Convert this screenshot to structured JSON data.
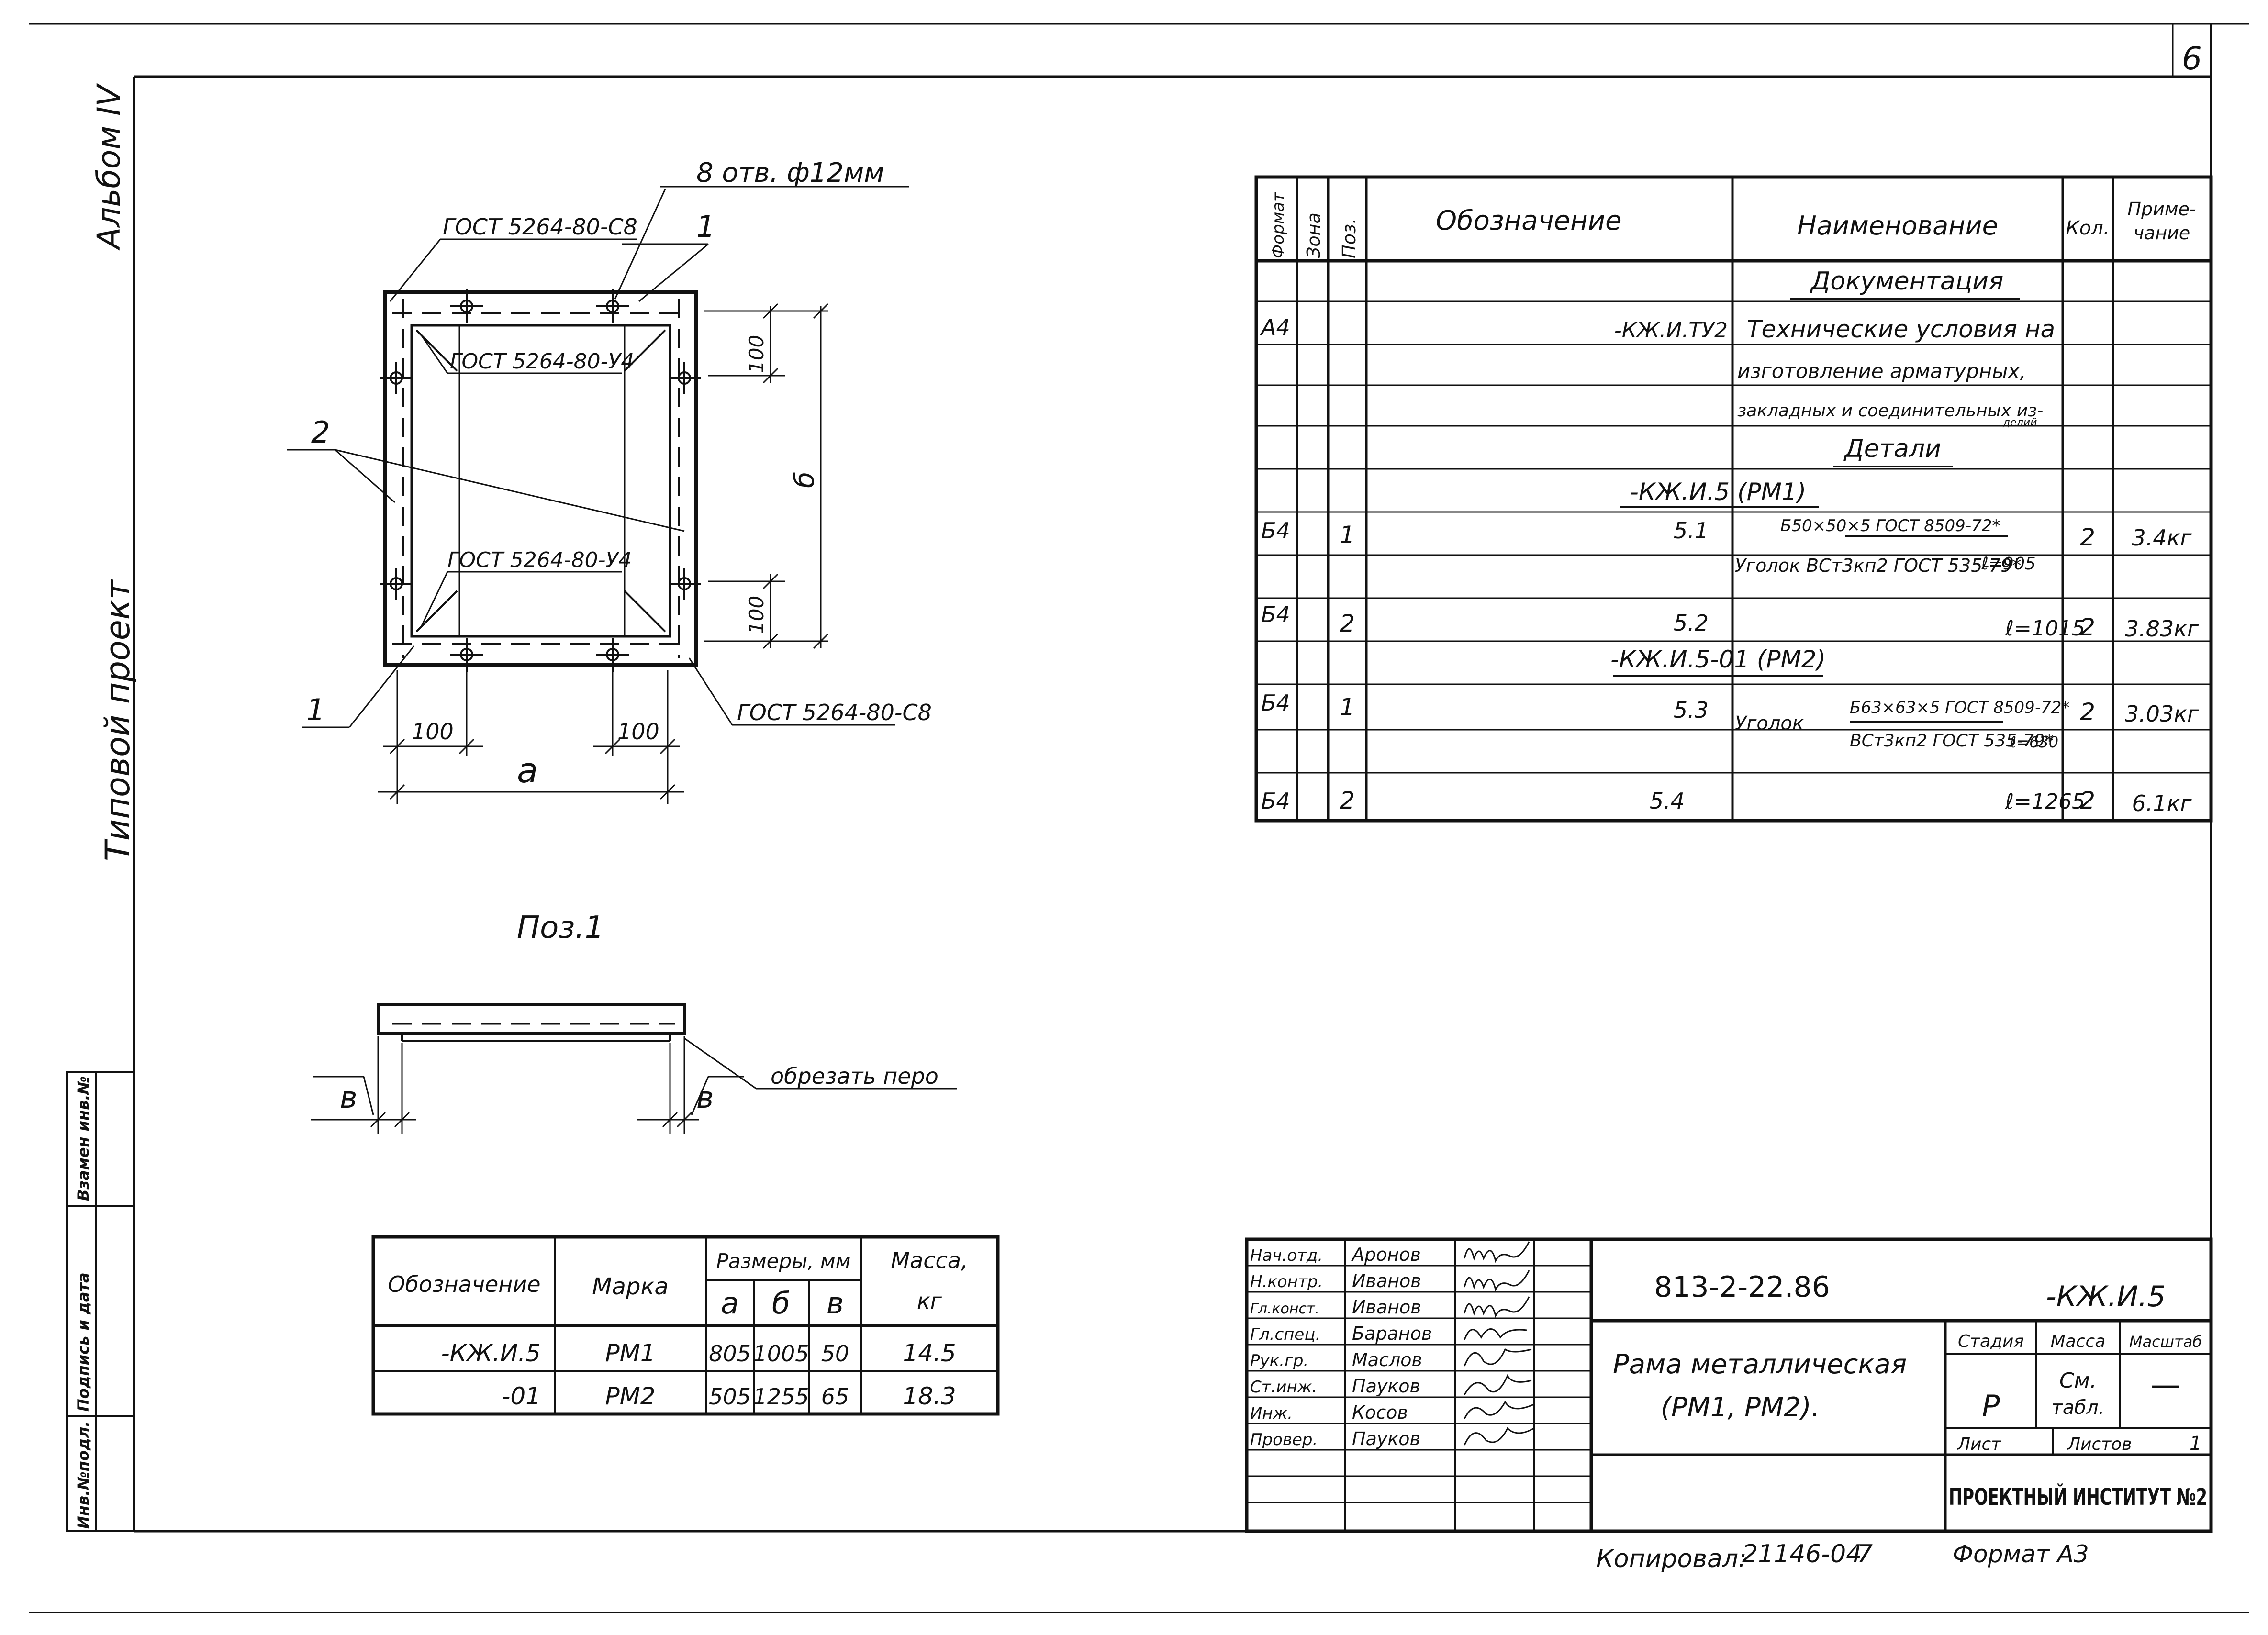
{
  "sheet_number": "6",
  "side_labels": {
    "album": "Альбом IV",
    "project": "Типовой проект"
  },
  "side_stamp": [
    "Инв.№подл.",
    "Подпись и дата",
    "Взамен инв.№"
  ],
  "drawing": {
    "holes_note": "8 отв. ф12мм",
    "gost_c8_top": "ГОСТ 5264-80-С8",
    "gost_u4_top": "ГОСТ 5264-80-У4",
    "gost_u4_bottom": "ГОСТ 5264-80-У4",
    "gost_c8_bottom": "ГОСТ 5264-80-С8",
    "pos_1": "1",
    "pos_1b": "1",
    "pos_2": "2",
    "dim_100_right_top": "100",
    "dim_100_right_bottom": "100",
    "dim_b": "б",
    "dim_100_left": "100",
    "dim_100_mid": "100",
    "dim_a": "а",
    "pos_title": "Поз.1",
    "cut_note": "обрезать перо",
    "dim_v_left": "в",
    "dim_v_right": "в"
  },
  "mass_table": {
    "headers": {
      "designation": "Обозначение",
      "mark": "Марка",
      "sizes": "Размеры, мм",
      "mass": "Масса,",
      "mass_unit": "кг",
      "a": "а",
      "b": "б",
      "v": "в"
    },
    "rows": [
      {
        "designation": "-КЖ.И.5",
        "mark": "РМ1",
        "a": "805",
        "b": "1005",
        "v": "50",
        "mass": "14.5"
      },
      {
        "designation": "-01",
        "mark": "РМ2",
        "a": "505",
        "b": "1255",
        "v": "65",
        "mass": "18.3"
      }
    ]
  },
  "spec": {
    "headers": {
      "format": "Формат",
      "zone": "Зона",
      "pos": "Поз.",
      "designation": "Обозначение",
      "name": "Наименование",
      "qty": "Кол.",
      "note1": "Приме-",
      "note2": "чание"
    },
    "documentation": "Документация",
    "doc_format": "А4",
    "doc_designation": "-КЖ.И.ТУ2",
    "doc_name_1": "Технические условия на",
    "doc_name_2": "изготовление арматурных,",
    "doc_name_3": "закладных и соединительных из-",
    "doc_name_4": "делий",
    "details": "Детали",
    "group1": "-КЖ.И.5 (РМ1)",
    "r1": {
      "format": "Б4",
      "pos": "1",
      "designation": "5.1",
      "name_top": "Б50×50×5 ГОСТ 8509-72*",
      "name_bottom": "Уголок ВСт3кп2 ГОСТ 535-79*",
      "length": "ℓ=905",
      "qty": "2",
      "note": "3.4кг"
    },
    "r2": {
      "format": "Б4",
      "pos": "2",
      "designation": "5.2",
      "length": "ℓ=1015",
      "qty": "2",
      "note": "3.83кг"
    },
    "group2": "-КЖ.И.5-01 (РМ2)",
    "r3": {
      "format": "Б4",
      "pos": "1",
      "designation": "5.3",
      "name_lead": "Уголок",
      "name_top": "Б63×63×5 ГОСТ 8509-72*",
      "name_bottom": "ВСт3кп2 ГОСТ 535-79*",
      "length": "ℓ=630",
      "qty": "2",
      "note": "3.03кг"
    },
    "r4": {
      "format": "Б4",
      "pos": "2",
      "designation": "5.4",
      "length": "ℓ=1265",
      "qty": "2",
      "note": "6.1кг"
    }
  },
  "title_block": {
    "roles": [
      "Нач.отд.",
      "Н.контр.",
      "Гл.конст.",
      "Гл.спец.",
      "Рук.гр.",
      "Ст.инж.",
      "Инж.",
      "Провер."
    ],
    "names": [
      "Аронов",
      "Иванов",
      "Иванов",
      "Баранов",
      "Маслов",
      "Пауков",
      "Косов",
      "Пауков"
    ],
    "code": "813-2-22.86",
    "doc": "-КЖ.И.5",
    "title_1": "Рама металлическая",
    "title_2": "(РМ1, РМ2).",
    "stage_h": "Стадия",
    "mass_h": "Масса",
    "scale_h": "Масштаб",
    "stage": "Р",
    "mass_1": "См.",
    "mass_2": "табл.",
    "scale": "—",
    "sheet_h": "Лист",
    "sheets_h": "Листов",
    "sheets": "1",
    "org": "ПРОЕКТНЫЙ ИНСТИТУТ №2"
  },
  "footer": {
    "copied_label": "Копировал:",
    "copied_value": "21146-04",
    "copied_num": "7",
    "format": "Формат А3"
  }
}
